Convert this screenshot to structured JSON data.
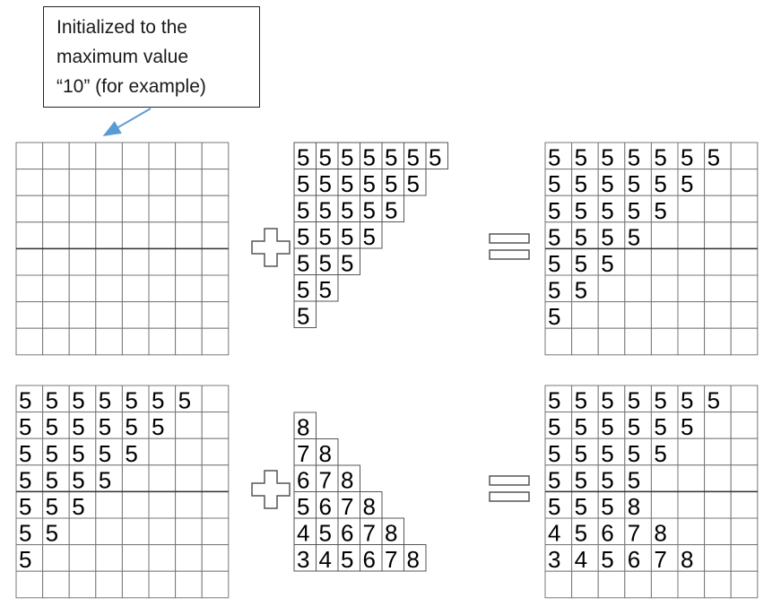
{
  "callout": {
    "lines": [
      "Initialized to the",
      "maximum value",
      "“10” (for example)"
    ]
  },
  "operators": {
    "plus": "+",
    "equals": "="
  },
  "rows": [
    {
      "left_full": {
        "cols": 8,
        "rows": 8,
        "values": [
          [
            "",
            "",
            "",
            "",
            "",
            "",
            "",
            ""
          ],
          [
            "",
            "",
            "",
            "",
            "",
            "",
            "",
            ""
          ],
          [
            "",
            "",
            "",
            "",
            "",
            "",
            "",
            ""
          ],
          [
            "",
            "",
            "",
            "",
            "",
            "",
            "",
            ""
          ],
          [
            "",
            "",
            "",
            "",
            "",
            "",
            "",
            ""
          ],
          [
            "",
            "",
            "",
            "",
            "",
            "",
            "",
            ""
          ],
          [
            "",
            "",
            "",
            "",
            "",
            "",
            "",
            ""
          ],
          [
            "",
            "",
            "",
            "",
            "",
            "",
            "",
            ""
          ]
        ]
      },
      "middle_triangle": {
        "values": [
          [
            "5",
            "5",
            "5",
            "5",
            "5",
            "5",
            "5"
          ],
          [
            "5",
            "5",
            "5",
            "5",
            "5",
            "5"
          ],
          [
            "5",
            "5",
            "5",
            "5",
            "5"
          ],
          [
            "5",
            "5",
            "5",
            "5"
          ],
          [
            "5",
            "5",
            "5"
          ],
          [
            "5",
            "5"
          ],
          [
            "5"
          ]
        ]
      },
      "right_full": {
        "cols": 8,
        "rows": 8,
        "values": [
          [
            "5",
            "5",
            "5",
            "5",
            "5",
            "5",
            "5",
            ""
          ],
          [
            "5",
            "5",
            "5",
            "5",
            "5",
            "5",
            "",
            ""
          ],
          [
            "5",
            "5",
            "5",
            "5",
            "5",
            "",
            "",
            ""
          ],
          [
            "5",
            "5",
            "5",
            "5",
            "",
            "",
            "",
            ""
          ],
          [
            "5",
            "5",
            "5",
            "",
            "",
            "",
            "",
            ""
          ],
          [
            "5",
            "5",
            "",
            "",
            "",
            "",
            "",
            ""
          ],
          [
            "5",
            "",
            "",
            "",
            "",
            "",
            "",
            ""
          ],
          [
            "",
            "",
            "",
            "",
            "",
            "",
            "",
            ""
          ]
        ]
      }
    },
    {
      "left_full": {
        "cols": 8,
        "rows": 8,
        "values": [
          [
            "5",
            "5",
            "5",
            "5",
            "5",
            "5",
            "5",
            ""
          ],
          [
            "5",
            "5",
            "5",
            "5",
            "5",
            "5",
            "",
            ""
          ],
          [
            "5",
            "5",
            "5",
            "5",
            "5",
            "",
            "",
            ""
          ],
          [
            "5",
            "5",
            "5",
            "5",
            "",
            "",
            "",
            ""
          ],
          [
            "5",
            "5",
            "5",
            "",
            "",
            "",
            "",
            ""
          ],
          [
            "5",
            "5",
            "",
            "",
            "",
            "",
            "",
            ""
          ],
          [
            "5",
            "",
            "",
            "",
            "",
            "",
            "",
            ""
          ],
          [
            "",
            "",
            "",
            "",
            "",
            "",
            "",
            ""
          ]
        ]
      },
      "middle_triangle": {
        "values": [
          [
            "8"
          ],
          [
            "7",
            "8"
          ],
          [
            "6",
            "7",
            "8"
          ],
          [
            "5",
            "6",
            "7",
            "8"
          ],
          [
            "4",
            "5",
            "6",
            "7",
            "8"
          ],
          [
            "3",
            "4",
            "5",
            "6",
            "7",
            "8"
          ]
        ]
      },
      "right_full": {
        "cols": 8,
        "rows": 8,
        "values": [
          [
            "5",
            "5",
            "5",
            "5",
            "5",
            "5",
            "5",
            ""
          ],
          [
            "5",
            "5",
            "5",
            "5",
            "5",
            "5",
            "",
            ""
          ],
          [
            "5",
            "5",
            "5",
            "5",
            "5",
            "",
            "",
            ""
          ],
          [
            "5",
            "5",
            "5",
            "5",
            "",
            "",
            "",
            ""
          ],
          [
            "5",
            "5",
            "5",
            "8",
            "",
            "",
            "",
            ""
          ],
          [
            "4",
            "5",
            "6",
            "7",
            "8",
            "",
            "",
            ""
          ],
          [
            "3",
            "4",
            "5",
            "6",
            "7",
            "8",
            "",
            ""
          ],
          [
            "",
            "",
            "",
            "",
            "",
            "",
            "",
            ""
          ]
        ]
      }
    }
  ]
}
